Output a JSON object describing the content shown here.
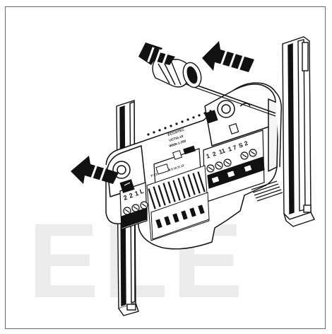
{
  "watermark": {
    "text": "ELE"
  },
  "terminal_labels": {
    "left_block": [
      "2",
      "2",
      "1",
      "L"
    ],
    "right_block": [
      "1",
      "2",
      "11",
      "1",
      "7",
      "S",
      "2"
    ]
  },
  "label_plate": {
    "line1": "ECCOTEC",
    "line2": "UCTIA-10",
    "line3": "IMSB-1-360",
    "line4": "P 1 2 3 4 5 6 7 8 9 10 11 12"
  },
  "colors": {
    "line": "#111111",
    "watermark": "#e6e6e6",
    "frame": "#6f6f6f"
  }
}
